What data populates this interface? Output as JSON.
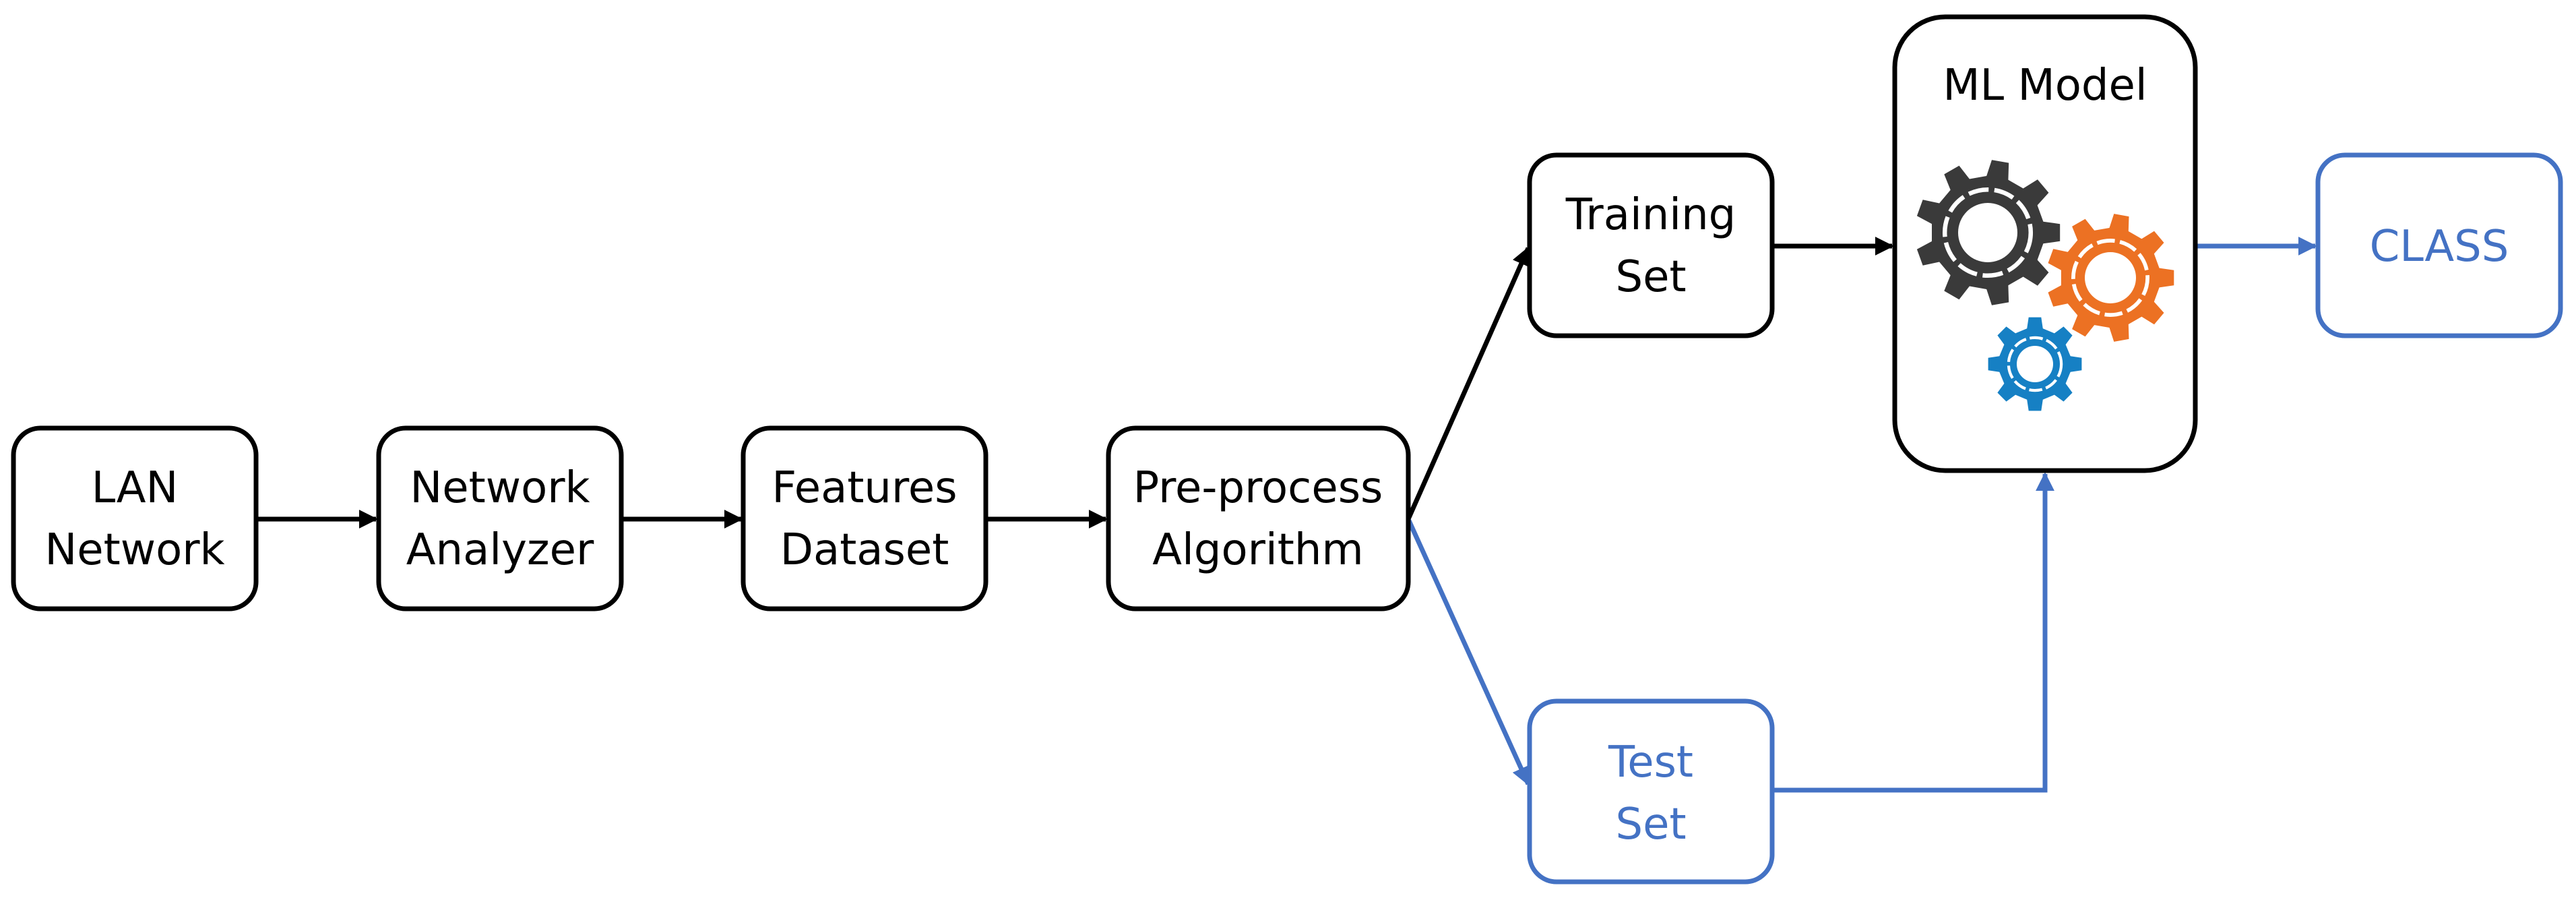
{
  "colors": {
    "black": "#000000",
    "blue": "#4472c4",
    "gear_dark": "#3a3a3a",
    "gear_orange": "#ec7123",
    "gear_blue": "#1680c4"
  },
  "nodes": {
    "lan": {
      "line1": "LAN",
      "line2": "Network"
    },
    "analyzer": {
      "line1": "Network",
      "line2": "Analyzer"
    },
    "features": {
      "line1": "Features",
      "line2": "Dataset"
    },
    "preprocess": {
      "line1": "Pre-process",
      "line2": "Algorithm"
    },
    "training": {
      "line1": "Training",
      "line2": "Set"
    },
    "test": {
      "line1": "Test",
      "line2": "Set"
    },
    "model": {
      "title": "ML Model"
    },
    "class": {
      "label": "CLASS"
    }
  },
  "icons": {
    "gear_large": "gear-icon",
    "gear_medium": "gear-icon",
    "gear_small": "gear-icon"
  }
}
